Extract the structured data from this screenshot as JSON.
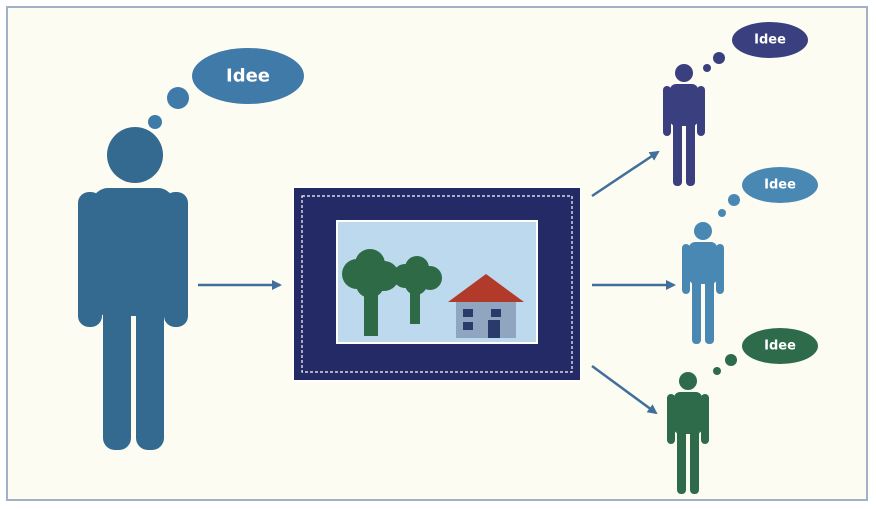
{
  "bubbles": {
    "main_label": "Idee",
    "top_right_label": "Idee",
    "middle_right_label": "Idee",
    "bottom_right_label": "Idee"
  },
  "colors": {
    "background": "#fcfcf3",
    "border": "#9fb2c8",
    "main_person": "#346a8f",
    "main_bubble": "#3f7aa8",
    "top_person": "#3a3f80",
    "top_bubble": "#3a3f80",
    "middle_person": "#4a88b4",
    "middle_bubble": "#4a88b4",
    "bottom_person": "#2e6b4a",
    "bottom_bubble": "#2e6b4a",
    "arrow": "#3f6f9a",
    "picture_frame": "#232a66",
    "picture_sky": "#bcd9ee",
    "tree": "#2f6a46",
    "house_wall": "#8fa5c0",
    "house_roof": "#b23a2b",
    "house_window": "#2a3a6a"
  },
  "icons": [
    "person-icon",
    "thought-bubble-icon",
    "arrow-icon",
    "painting-icon",
    "tree-icon",
    "house-icon"
  ]
}
